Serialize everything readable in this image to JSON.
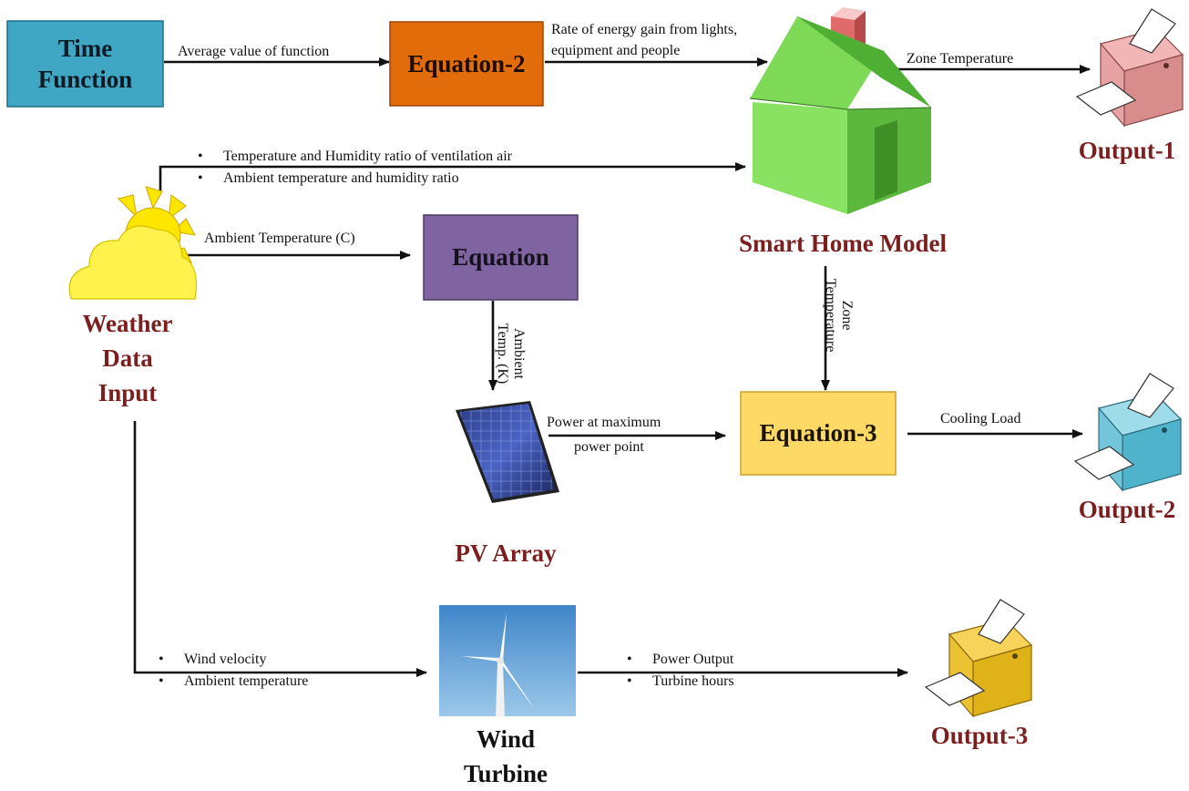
{
  "nodes": {
    "time_function": "Time\nFunction",
    "equation2": "Equation-2",
    "equation": "Equation",
    "equation3": "Equation-3",
    "smart_home": "Smart Home Model",
    "weather": "Weather\nData\nInput",
    "pv_array": "PV Array",
    "wind_turbine": "Wind\nTurbine",
    "output1": "Output-1",
    "output2": "Output-2",
    "output3": "Output-3"
  },
  "edges": {
    "avg_value": "Average value of function",
    "rate_energy_1": "Rate of energy gain from lights,",
    "rate_energy_2": "equipment and people",
    "zone_temp": "Zone Temperature",
    "vent_bullets": [
      "Temperature and Humidity ratio of ventilation air",
      "Ambient temperature and humidity ratio"
    ],
    "ambient_c": "Ambient Temperature (C)",
    "ambient_k": "Ambient\nTemp. (K)",
    "zone_temp_vert": "Zone\nTemperature",
    "power_mpp_1": "Power at maximum",
    "power_mpp_2": "power point",
    "cooling_load": "Cooling Load",
    "wind_bullets": [
      "Wind velocity",
      "Ambient temperature"
    ],
    "power_bullets": [
      "Power Output",
      "Turbine hours"
    ]
  },
  "colors": {
    "time_function": "#3fa7c4",
    "equation2": "#e36c0a",
    "equation": "#8064a2",
    "equation3": "#ffd966",
    "output_red": "#7b1f1f"
  }
}
